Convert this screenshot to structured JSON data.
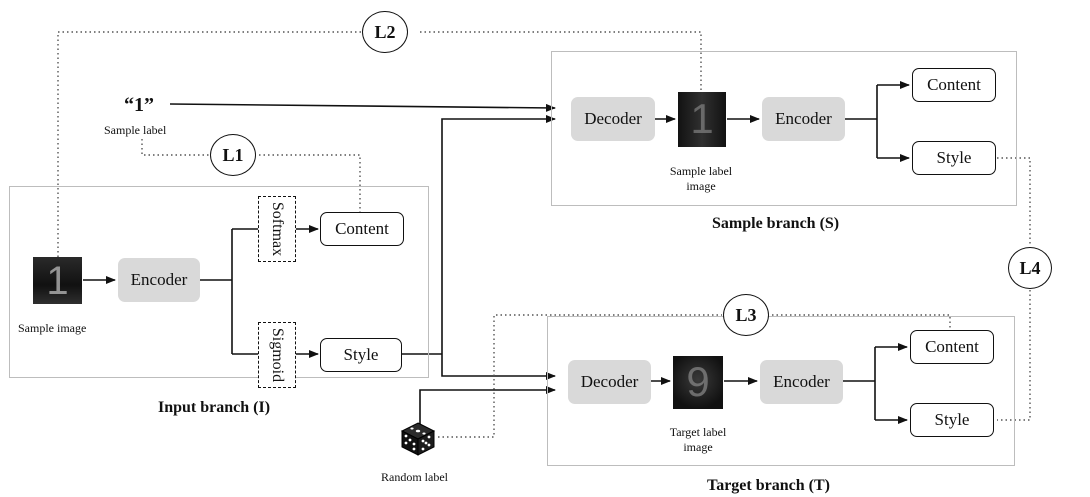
{
  "sample_label_text": "“1”",
  "sample_label_caption": "Sample label",
  "sample_image_caption": "Sample image",
  "random_label_caption": "Random label",
  "loss_labels": {
    "l1": "L1",
    "l2": "L2",
    "l3": "L3",
    "l4": "L4"
  },
  "input_branch": {
    "title": "Input branch (I)",
    "encoder": "Encoder",
    "softmax": "Softmax",
    "sigmoid": "Sigmoid",
    "content": "Content",
    "style": "Style"
  },
  "sample_branch": {
    "title": "Sample branch (S)",
    "decoder": "Decoder",
    "encoder": "Encoder",
    "content": "Content",
    "style": "Style",
    "image_caption": "Sample label\nimage"
  },
  "target_branch": {
    "title": "Target branch (T)",
    "decoder": "Decoder",
    "encoder": "Encoder",
    "content": "Content",
    "style": "Style",
    "image_caption": "Target label\nimage"
  },
  "digits": {
    "sample_image": "1",
    "sample_label_image": "1",
    "target_label_image": "9"
  }
}
